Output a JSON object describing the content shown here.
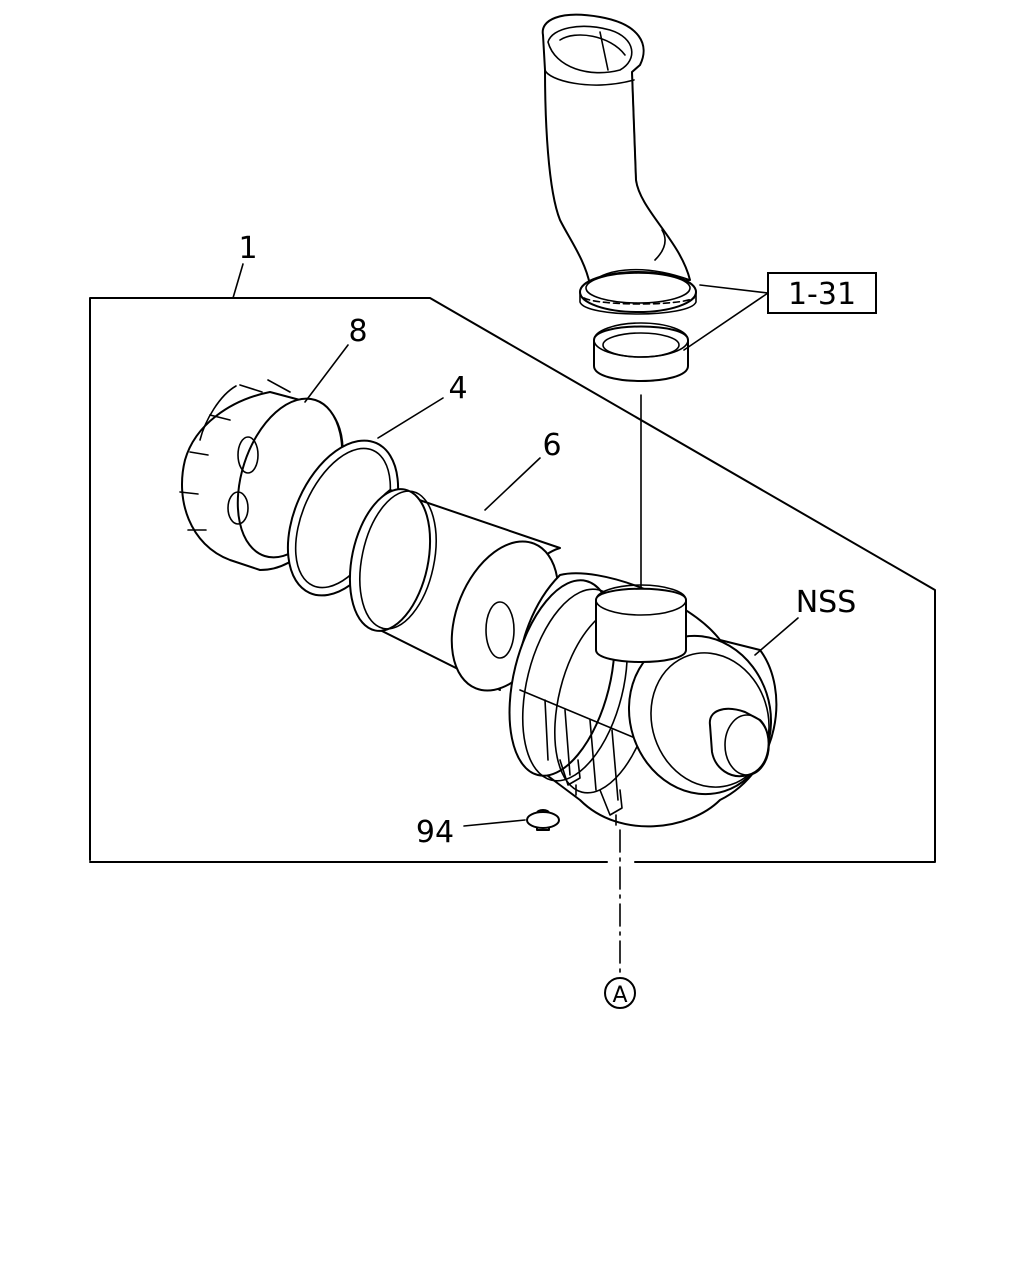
{
  "callouts": {
    "assembly": "1",
    "cap": "8",
    "seal": "4",
    "element": "6",
    "nss": "NSS",
    "bolt": "94",
    "ref": "1-31",
    "connector": "A"
  }
}
